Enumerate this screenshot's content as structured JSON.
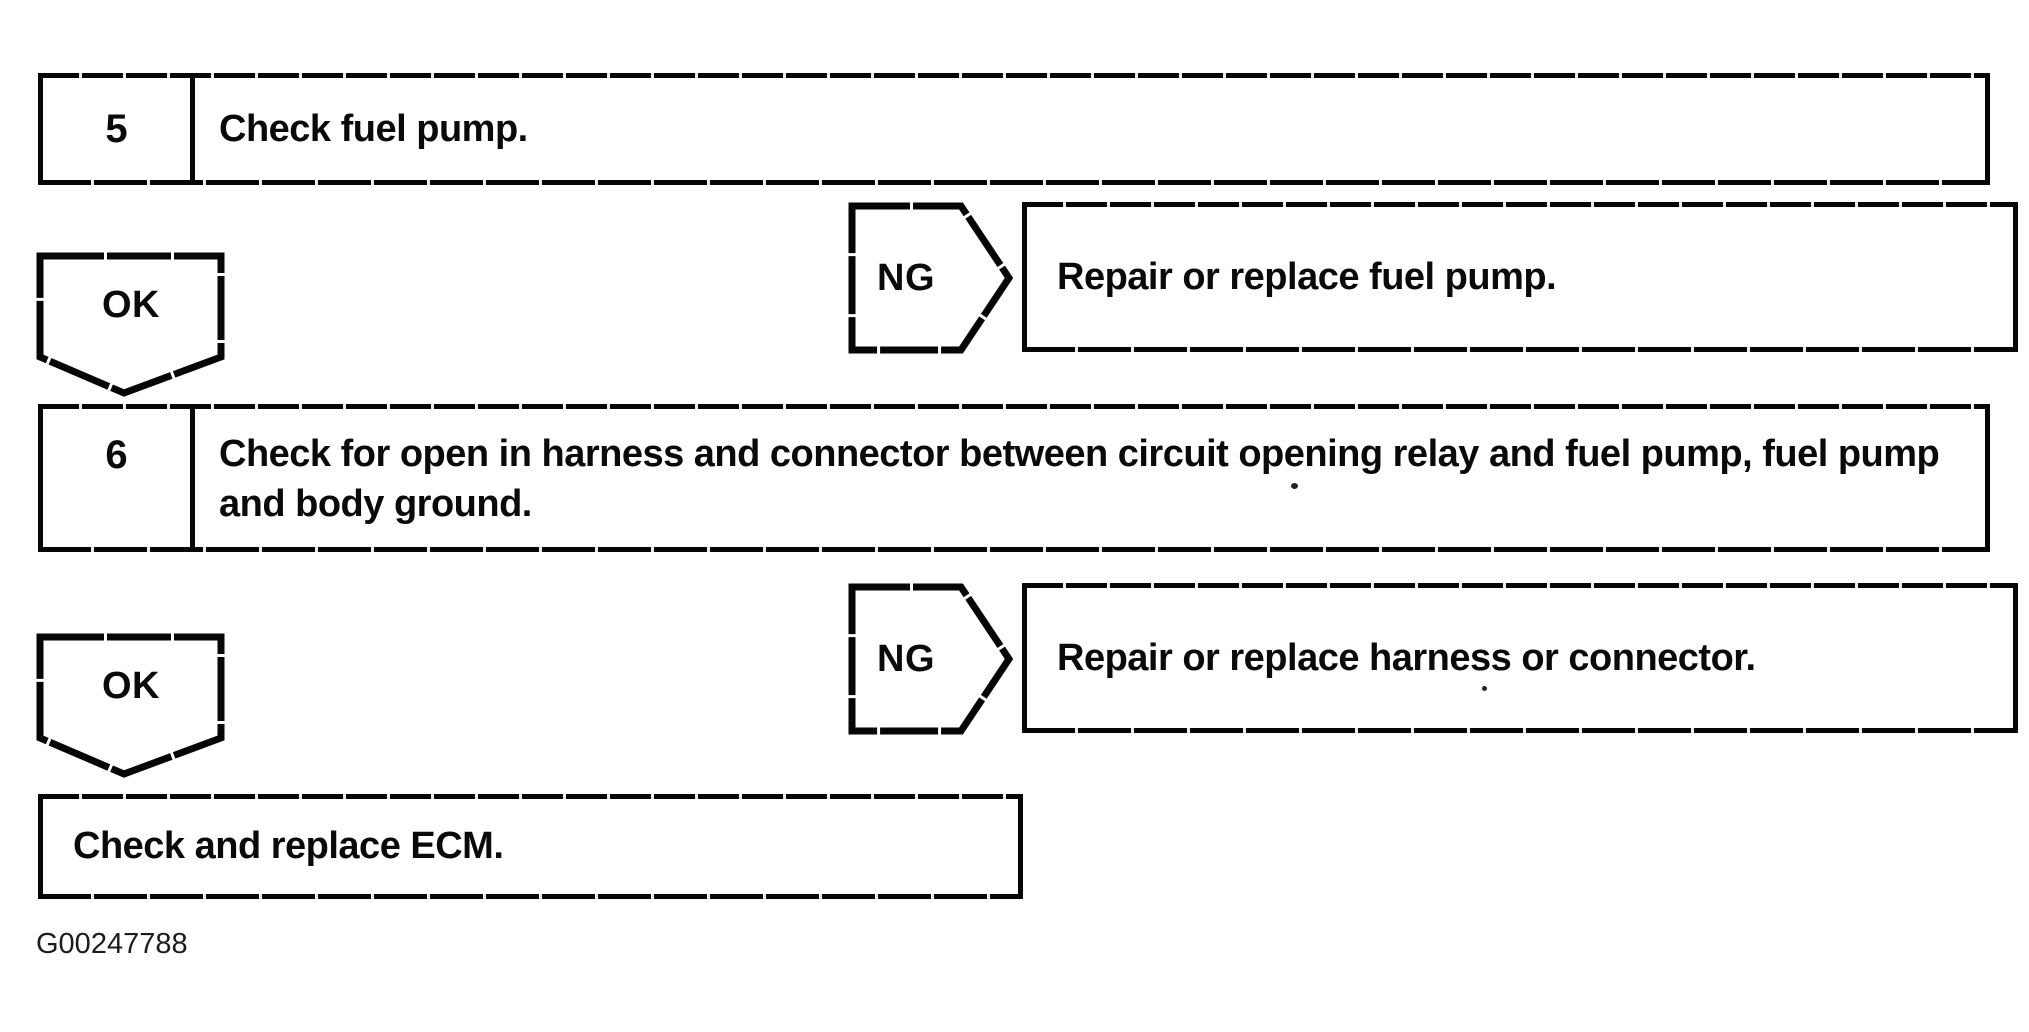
{
  "diagram": {
    "type": "diagnostic-flowchart",
    "steps": [
      {
        "number": "5",
        "instruction": "Check fuel pump.",
        "ok_label": "OK",
        "ng_label": "NG",
        "ng_action": "Repair or replace fuel pump."
      },
      {
        "number": "6",
        "instruction": "Check for open in harness and connector between circuit opening relay and fuel pump, fuel pump and body ground.",
        "ok_label": "OK",
        "ng_label": "NG",
        "ng_action": "Repair or replace harness or connector."
      }
    ],
    "final_action": "Check and replace ECM.",
    "figure_id": "G00247788",
    "colors": {
      "ink": "#0a0a0a",
      "paper": "#ffffff"
    }
  }
}
